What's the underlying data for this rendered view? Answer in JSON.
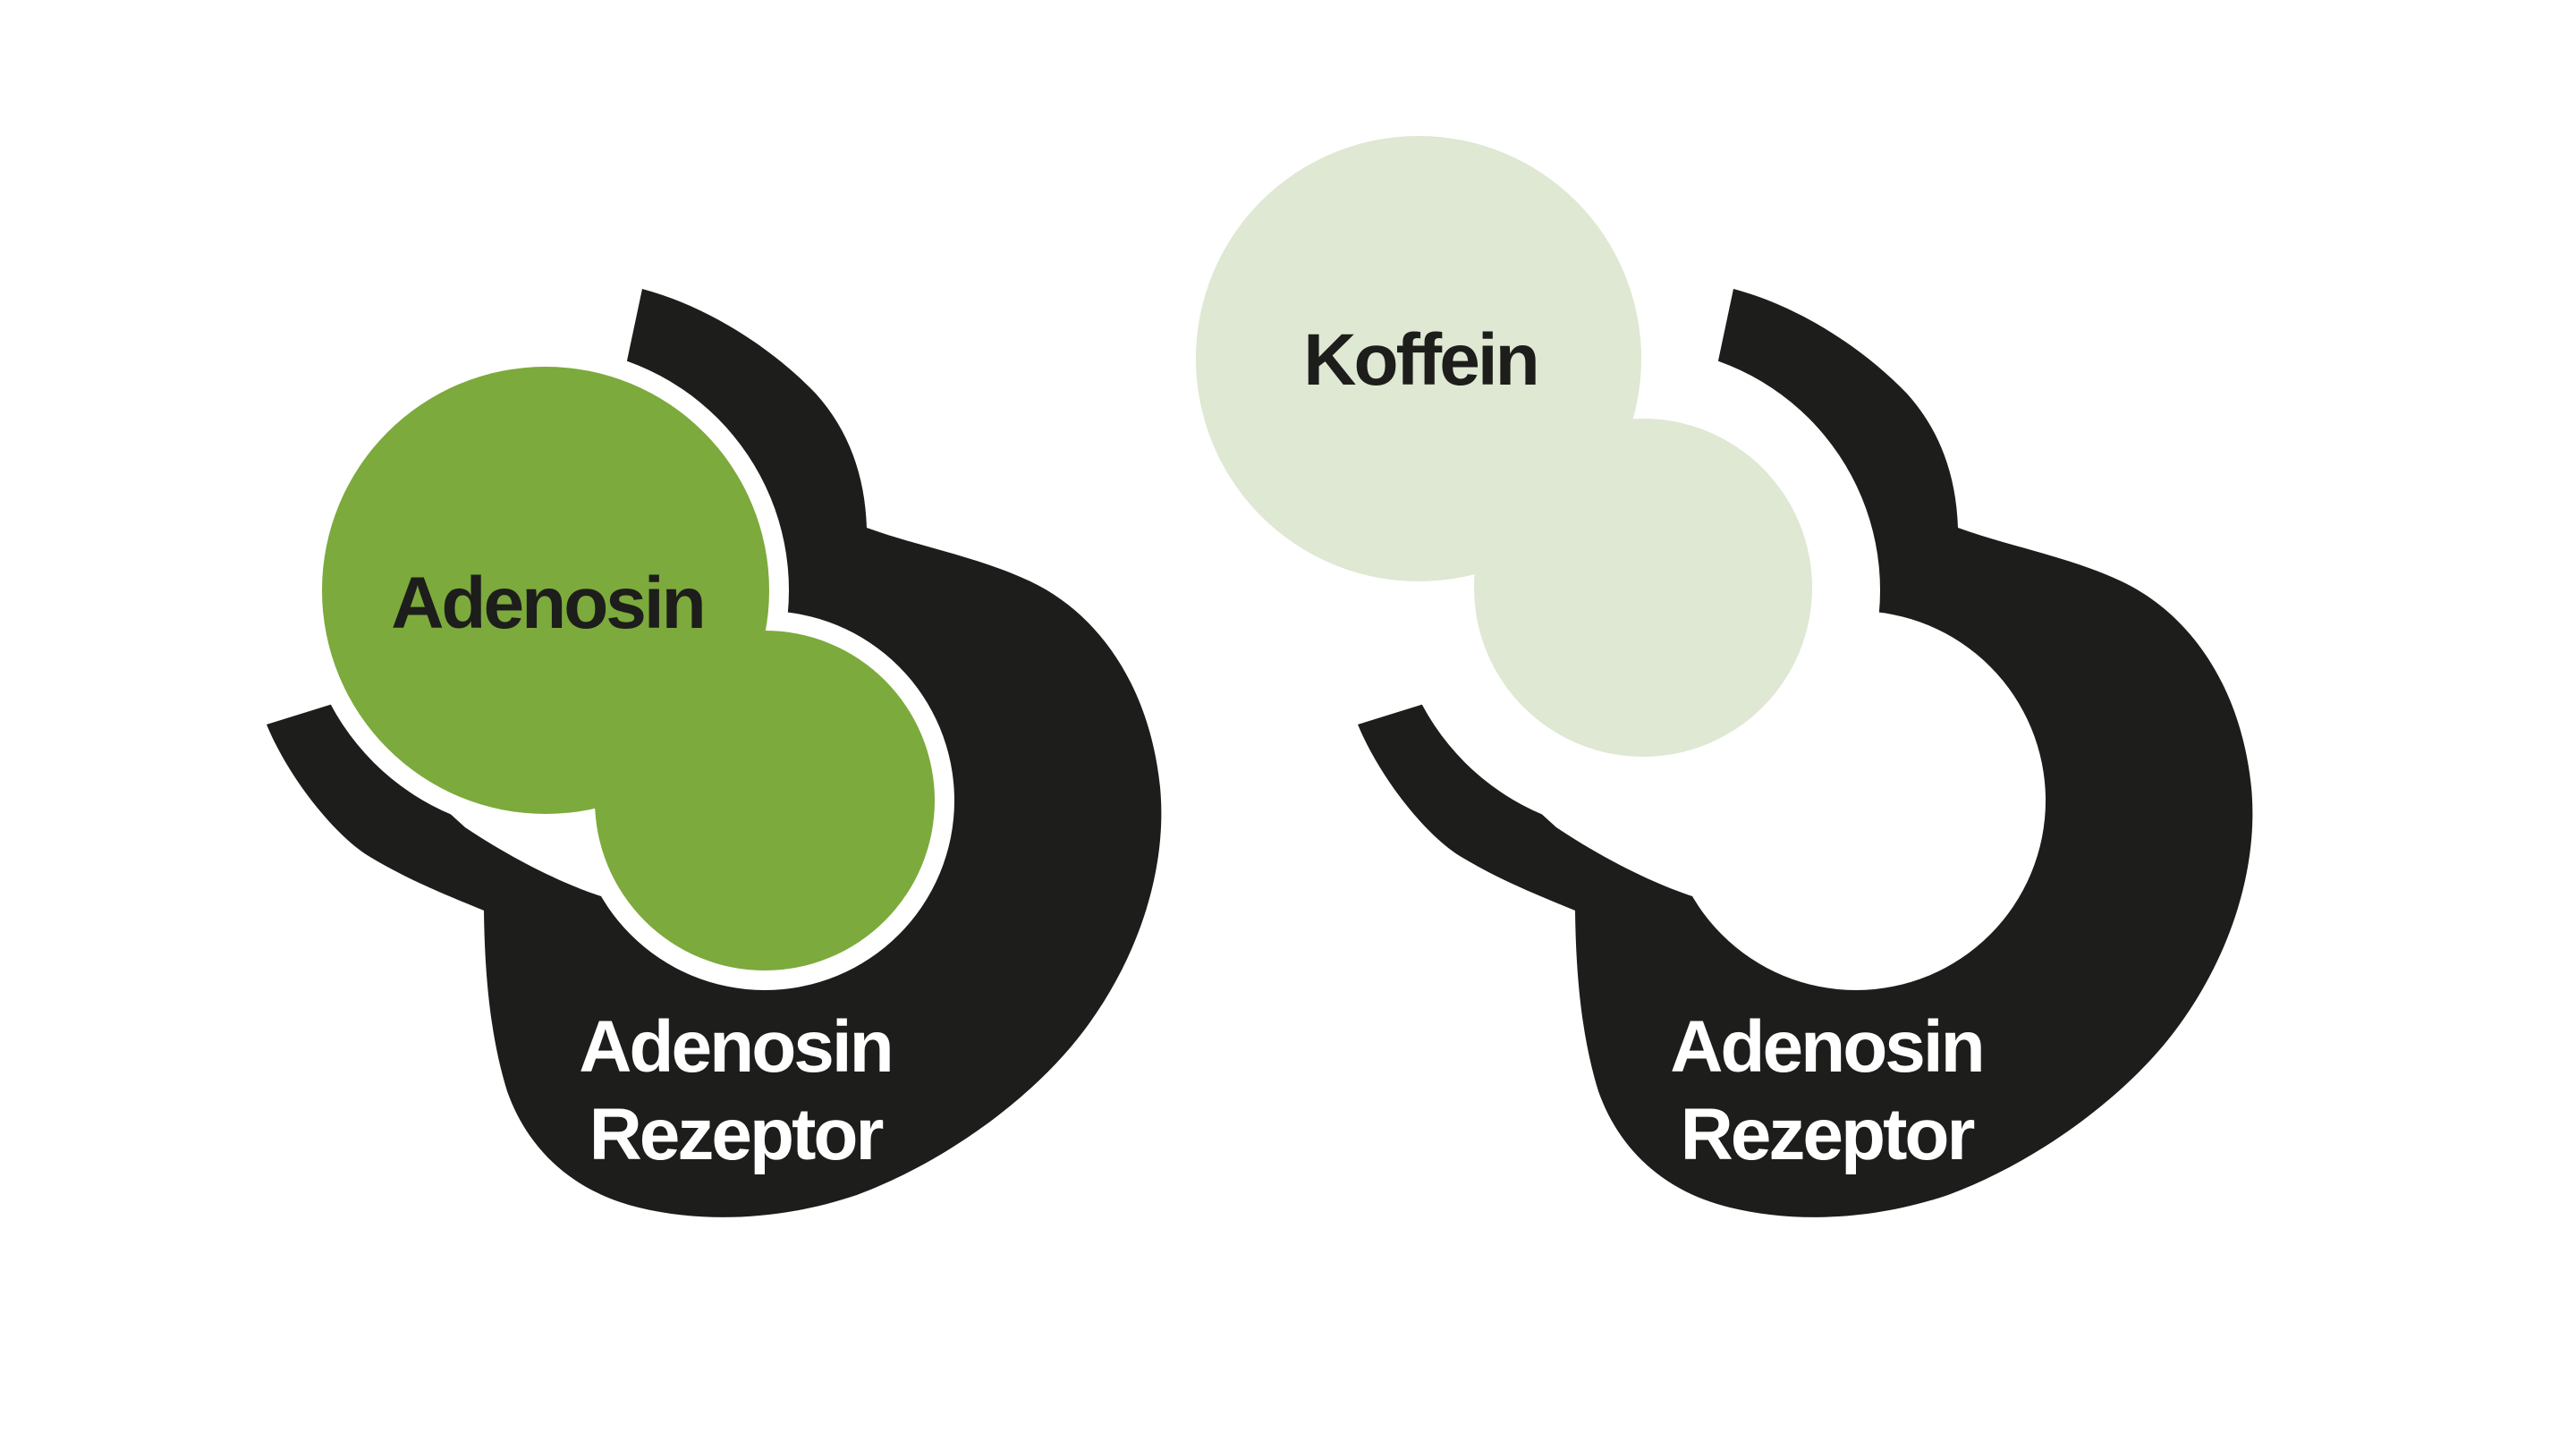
{
  "background_color": "#ffffff",
  "colors": {
    "receptor_black": "#1d1d1b",
    "adenosine_green": "#7caa3c",
    "caffeine_pale": "#dee8d2",
    "label_dark": "#1d1d1b",
    "label_light": "#ffffff",
    "socket_white": "#ffffff"
  },
  "figures": {
    "left": {
      "ligand_label": "Adenosin",
      "receptor_label_line1": "Adenosin",
      "receptor_label_line2": "Rezeptor"
    },
    "right": {
      "ligand_label": "Koffein",
      "receptor_label_line1": "Adenosin",
      "receptor_label_line2": "Rezeptor"
    }
  }
}
